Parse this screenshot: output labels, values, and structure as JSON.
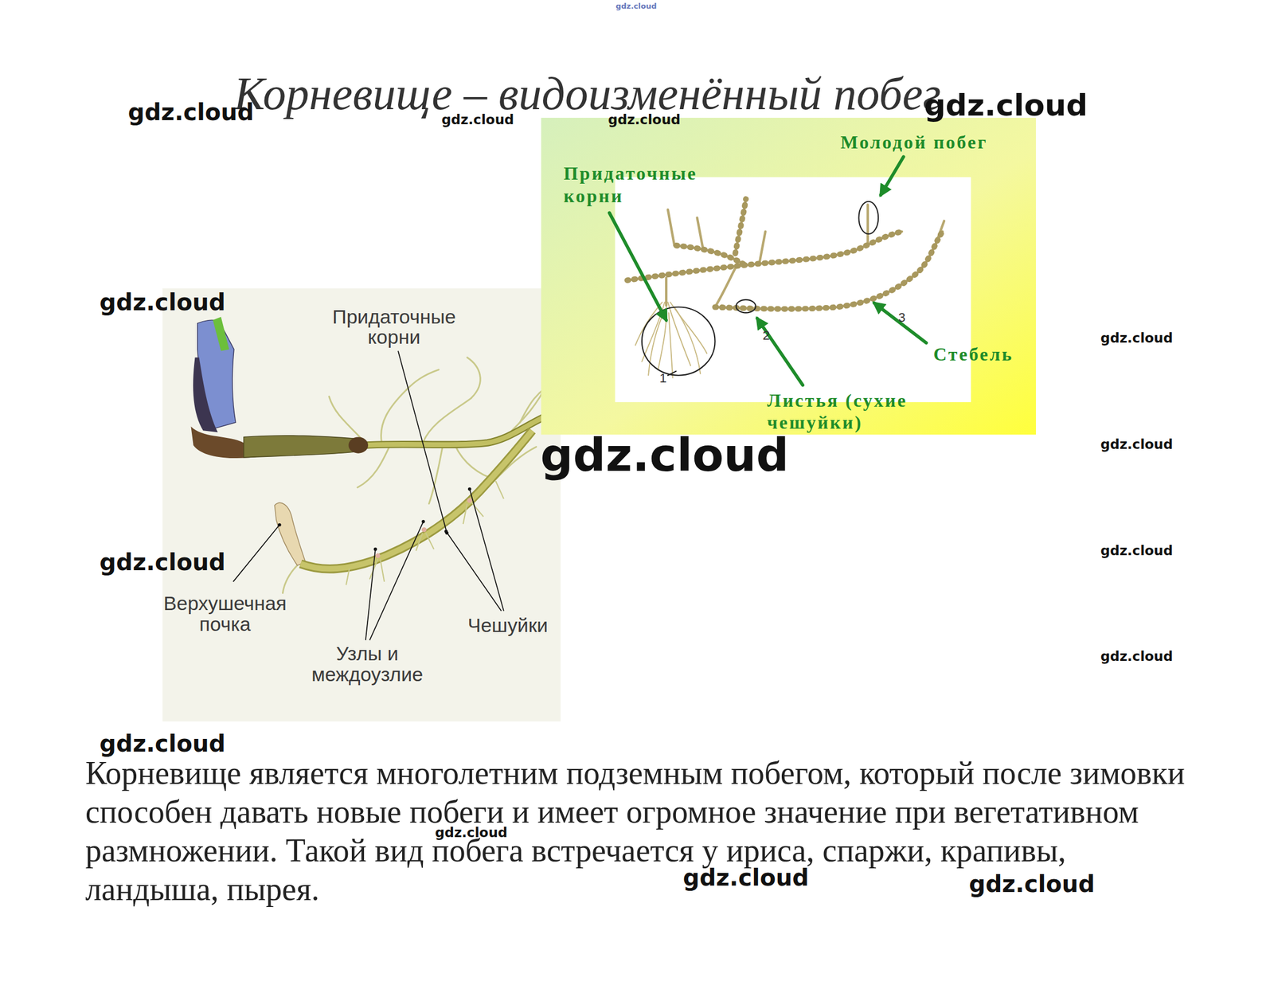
{
  "diagram": {
    "title": "Корневище – видоизменённый побег",
    "caption": "Корневище является многолетним подземным побегом, который после зимовки способен давать новые побеги и имеет огромное значение при вегетативном размножении. Такой вид побега встречается у ириса, спаржи, крапивы, ландыша, пырея.",
    "labels": [
      "Молодой побег",
      "Придаточные корни",
      "Стебель",
      "Листья (сухие чешуйки)",
      "1",
      "2",
      "3",
      "Придаточные корни",
      "Верхушечная почка",
      "Узлы и междоузлие",
      "Чешуйки",
      "gdz.cloud",
      "gdz.cloud",
      "gdz.cloud",
      "gdz.cloud",
      "gdz.cloud",
      "gdz.cloud",
      "gdz.cloud",
      "gdz.cloud",
      "gdz.cloud",
      "gdz.cloud",
      "gdz.cloud",
      "gdz.cloud",
      "gdz.cloud",
      "gdz.cloud",
      "gdz.cloud",
      "gdz.cloud"
    ]
  }
}
